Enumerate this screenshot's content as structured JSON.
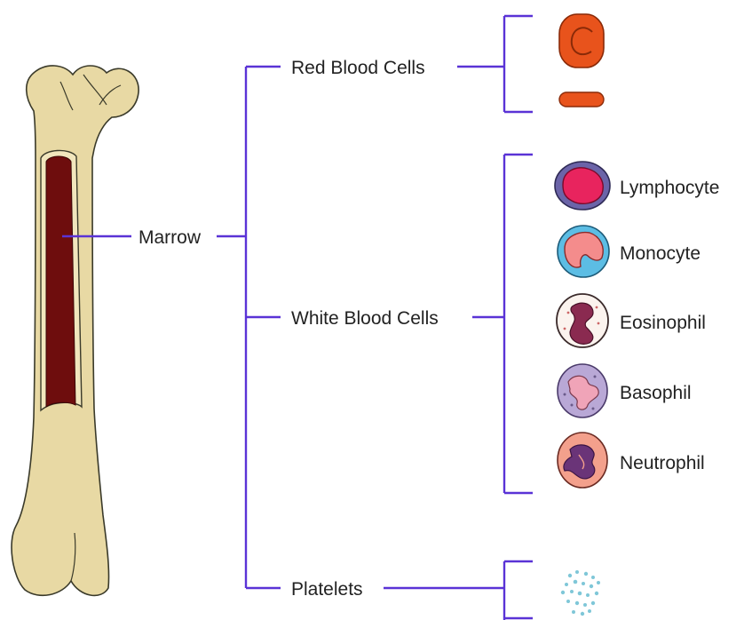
{
  "colors": {
    "connector": "#5a33d6",
    "bone": "#e8d9a4",
    "bone_outline": "#3a3a2a",
    "marrow": "#6e0d0d",
    "red_cell": "#e8531c",
    "platelet": "#7fc7d8"
  },
  "labels": {
    "marrow": "Marrow",
    "red_blood_cells": "Red Blood Cells",
    "white_blood_cells": "White Blood Cells",
    "platelets": "Platelets"
  },
  "white_cells": [
    {
      "name": "Lymphocyte",
      "icon": "lymphocyte-icon"
    },
    {
      "name": "Monocyte",
      "icon": "monocyte-icon"
    },
    {
      "name": "Eosinophil",
      "icon": "eosinophil-icon"
    },
    {
      "name": "Basophil",
      "icon": "basophil-icon"
    },
    {
      "name": "Neutrophil",
      "icon": "neutrophil-icon"
    }
  ],
  "icons": {
    "bone": "femur-bone-icon",
    "red_cell_front": "red-blood-cell-front-icon",
    "red_cell_side": "red-blood-cell-side-icon",
    "platelets": "platelets-icon"
  }
}
